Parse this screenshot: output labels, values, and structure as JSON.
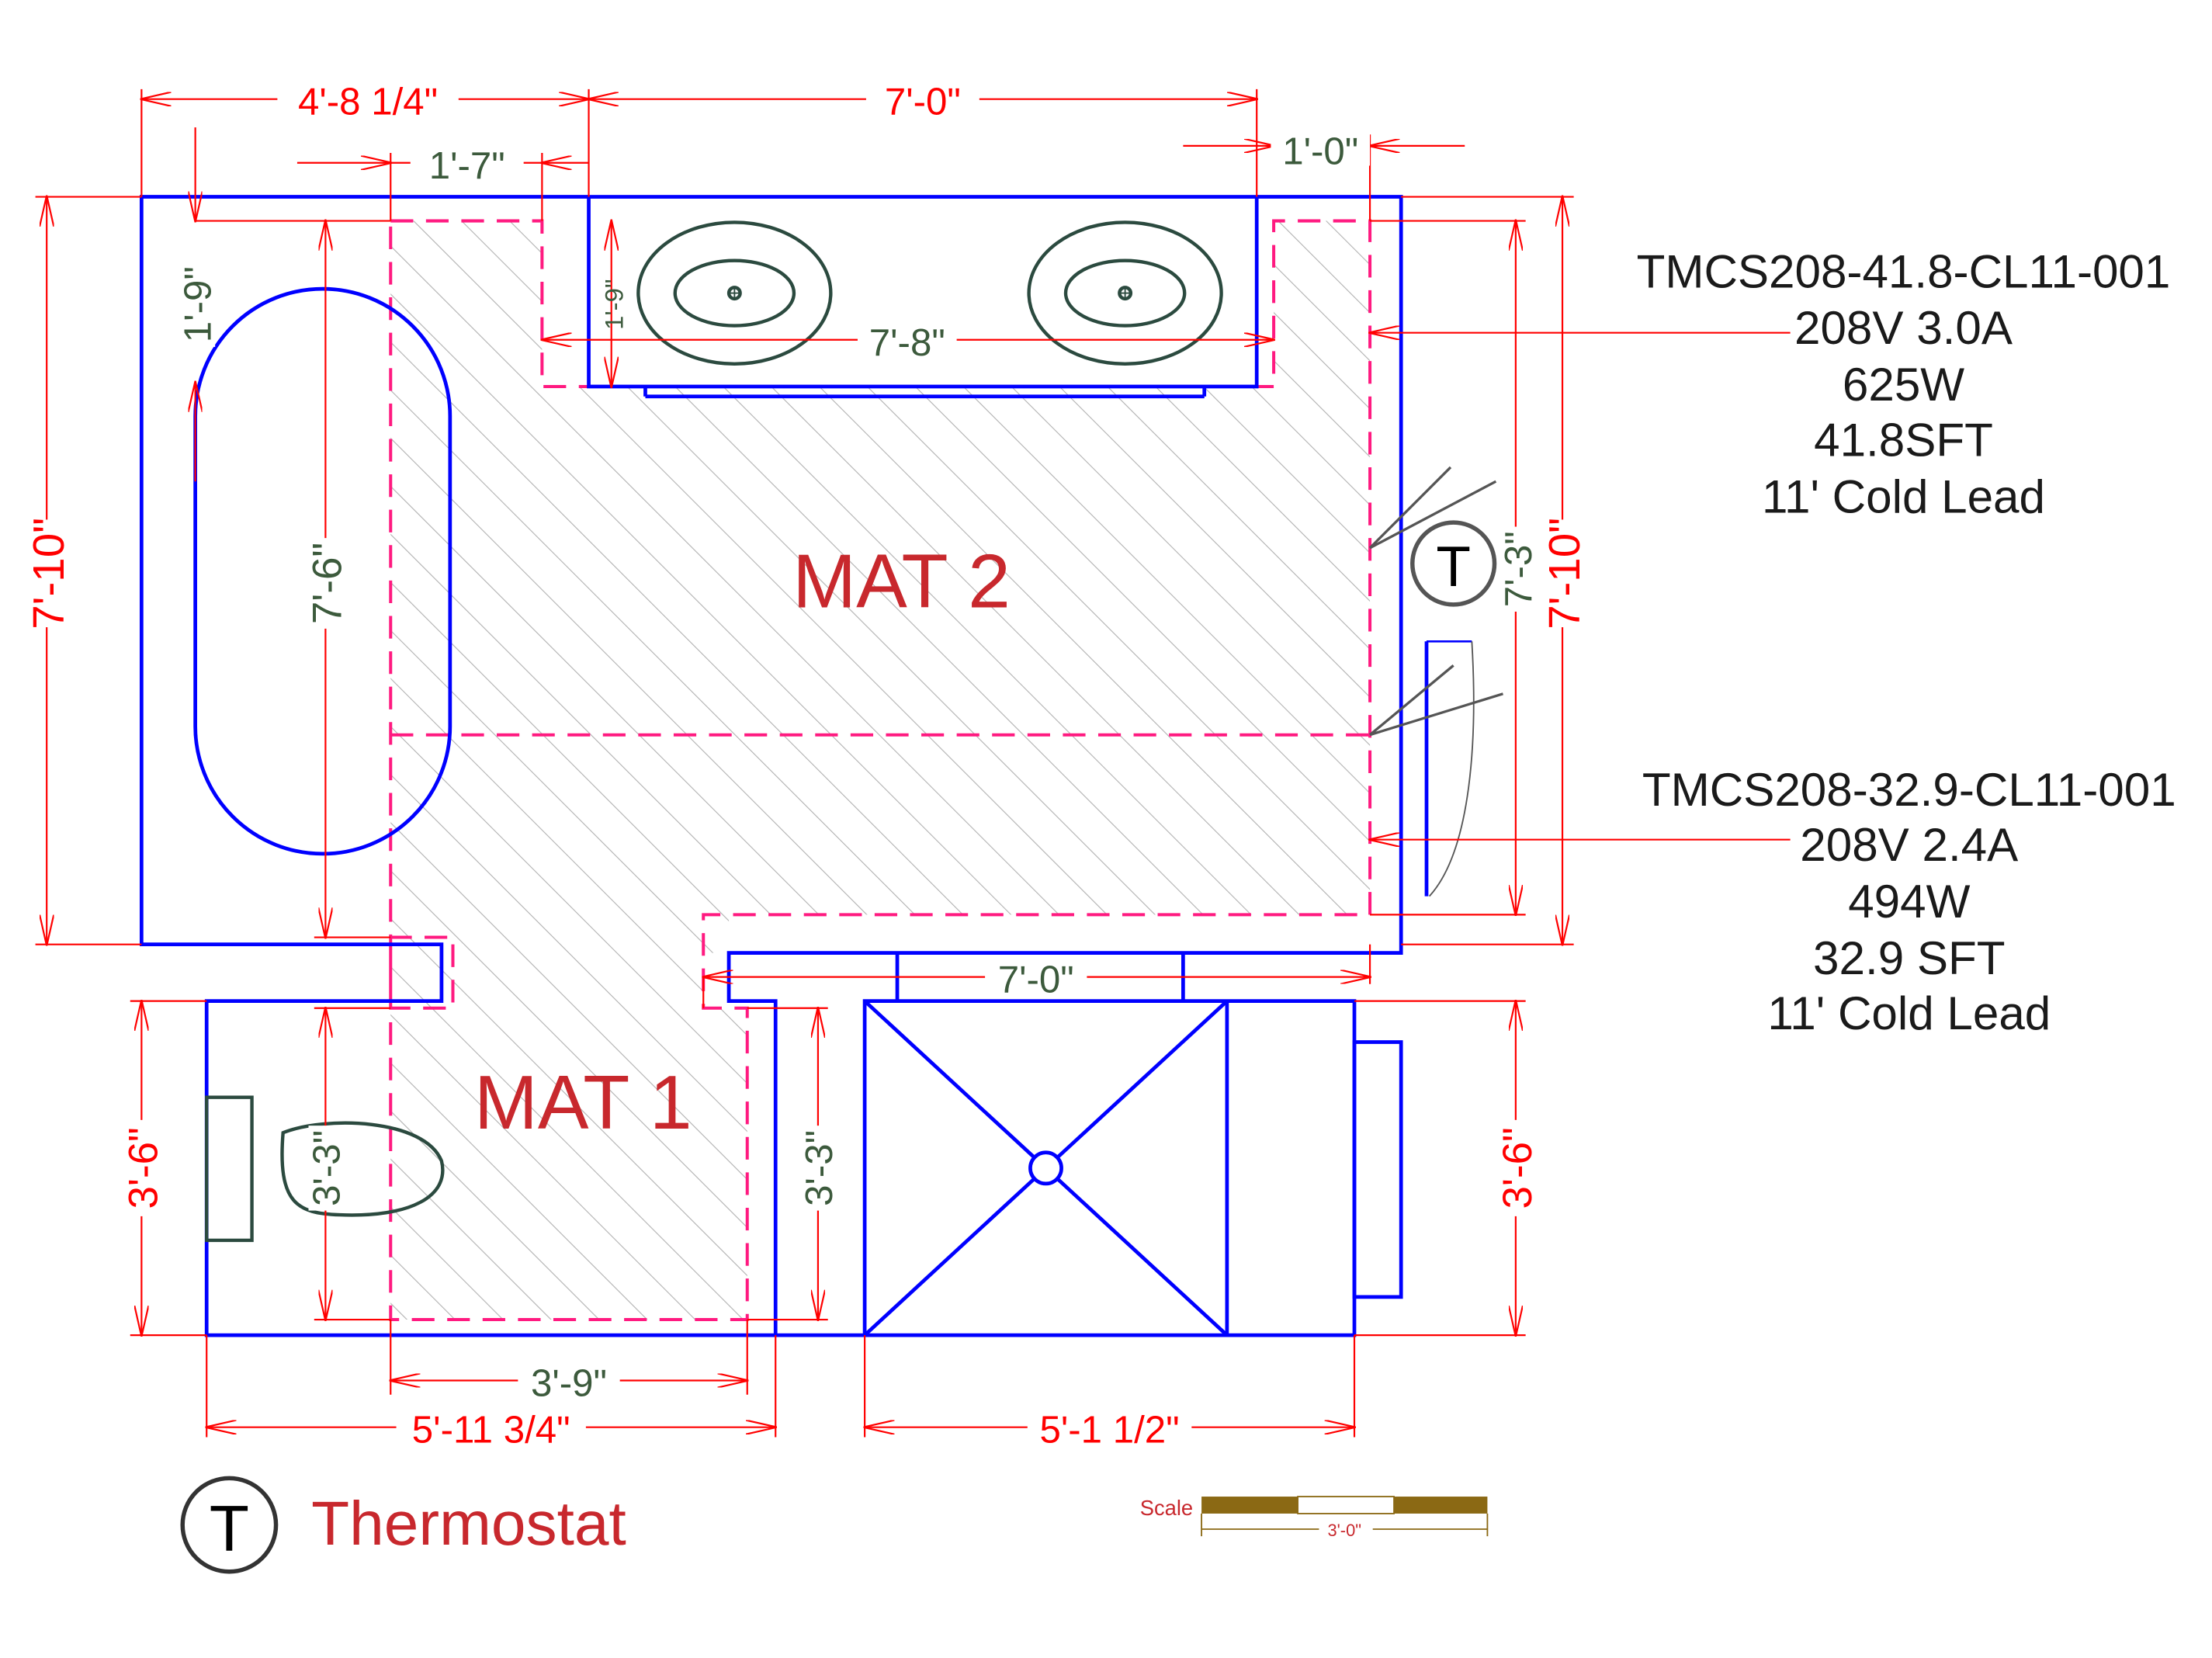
{
  "mats": {
    "mat1": {
      "label": "MAT 1"
    },
    "mat2": {
      "label": "MAT 2"
    }
  },
  "mat2_spec": {
    "model": "TMCS208-41.8-CL11-001",
    "electrical": "208V 3.0A",
    "power": "625W",
    "area": "41.8SFT",
    "lead": "11' Cold Lead"
  },
  "mat1_spec": {
    "model": "TMCS208-32.9-CL11-001",
    "electrical": "208V 2.4A",
    "power": "494W",
    "area": "32.9 SFT",
    "lead": "11' Cold Lead"
  },
  "dimensions": {
    "top_left_width": "4'-8 1/4\"",
    "top_vanity_width": "7'-0\"",
    "tub_to_mat_offset": "1'-7\"",
    "right_offset": "1'-0\"",
    "tub_top_offset": "1'-9\"",
    "vanity_depth": "1'-9\"",
    "vanity_mat_width": "7'-8\"",
    "left_total_height": "7'-10\"",
    "right_total_height": "7'-10\"",
    "mat2_left_height": "7'-6\"",
    "mat2_right_height": "7'-3\"",
    "lower_mat_width": "7'-0\"",
    "toilet_left_height": "3'-6\"",
    "mat1_left_height": "3'-3\"",
    "mat1_right_height": "3'-3\"",
    "shower_right_height": "3'-6\"",
    "mat1_width": "3'-9\"",
    "toilet_room_width": "5'-11 3/4\"",
    "shower_width": "5'-1 1/2\""
  },
  "legend": {
    "thermostat_symbol": "T",
    "thermostat_label": "Thermostat"
  },
  "scale": {
    "label": "Scale",
    "value": "3'-0\""
  },
  "colors": {
    "walls": "#0000ff",
    "dimension_red": "#ff0000",
    "dimension_green": "#3c5a3c",
    "mat_outline": "#ff1a80",
    "mat_label": "#c8282d",
    "fixture": "#2b4a3f",
    "hatch": "#b3b3b3"
  },
  "icons": {
    "thermostat": "thermostat-icon",
    "sink": "sink-icon",
    "tub": "bathtub-icon",
    "toilet": "toilet-icon",
    "shower": "shower-icon"
  }
}
